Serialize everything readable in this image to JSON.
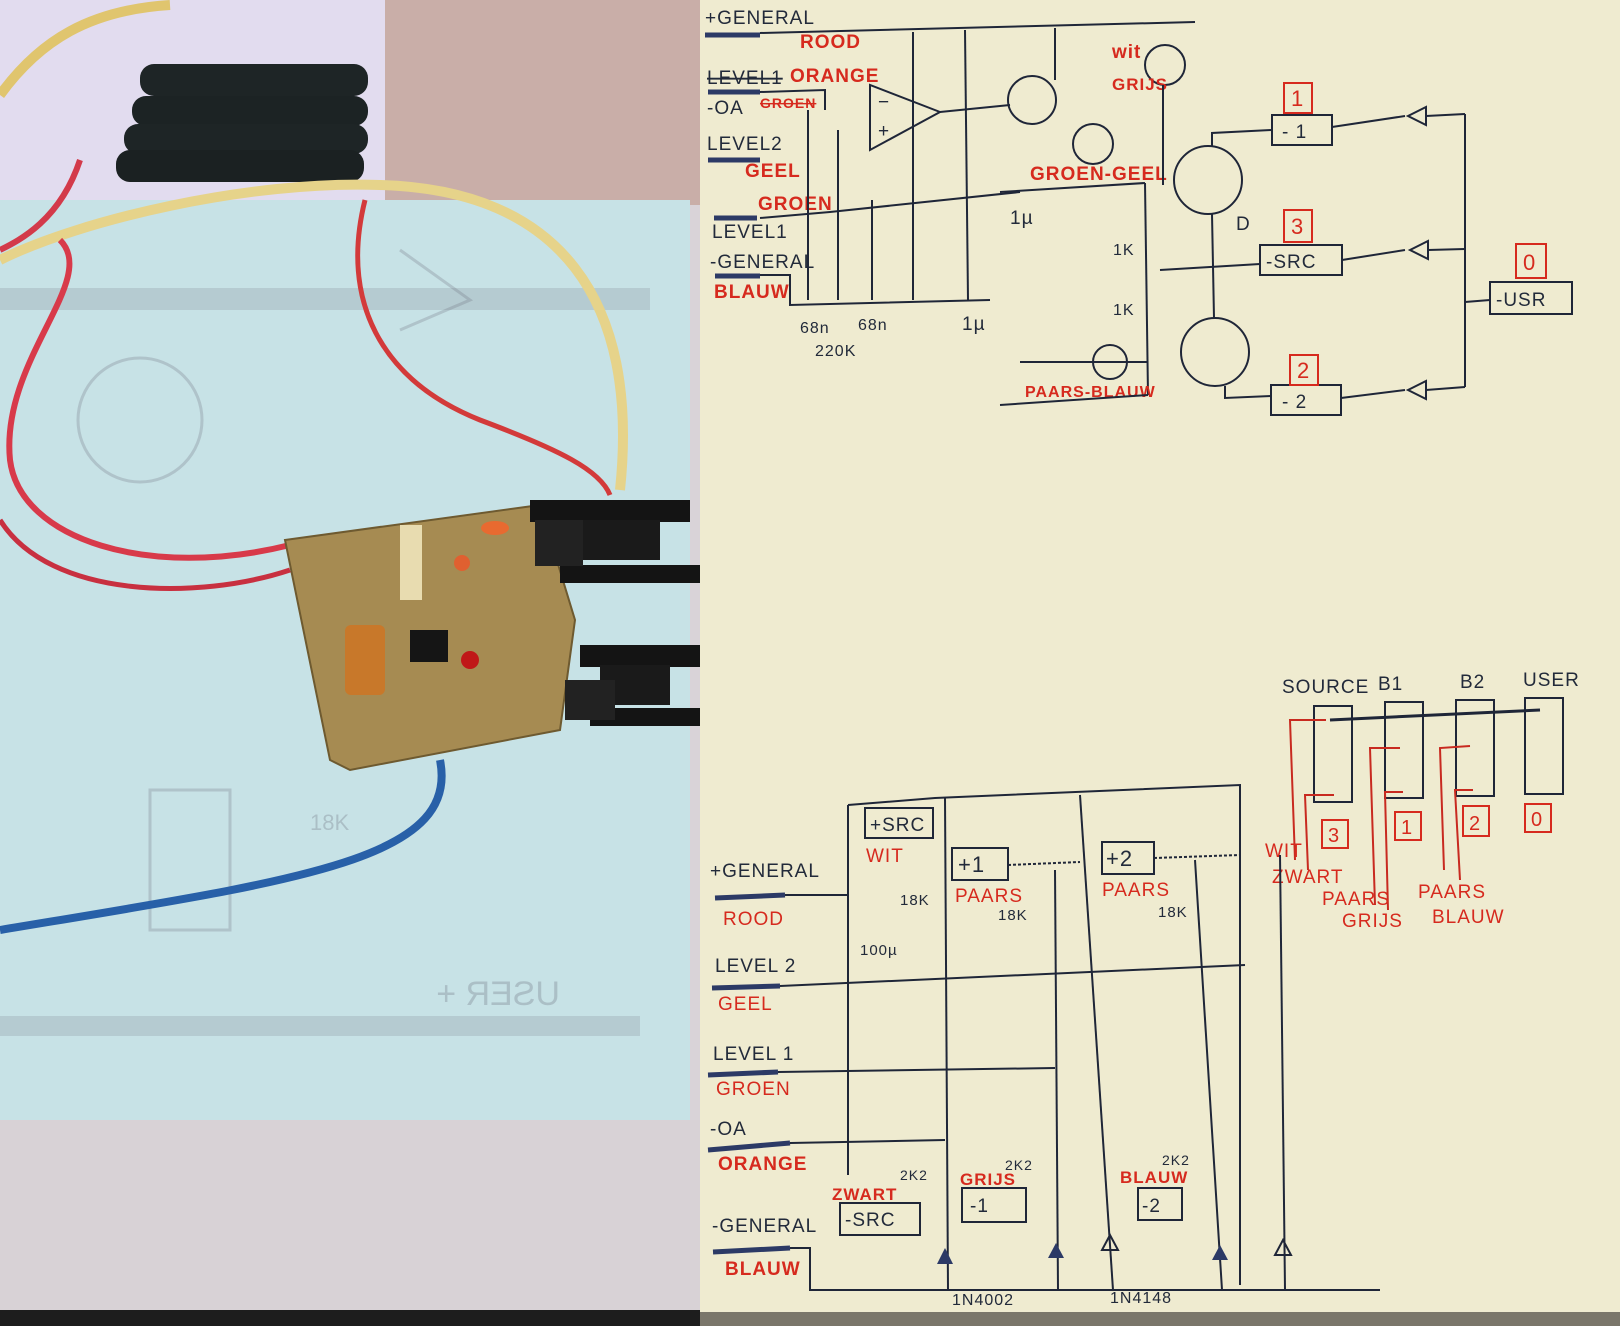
{
  "photo": {
    "description": "Hand-built stripboard circuit next to hand-drawn schematic",
    "background_print_text": "USER +",
    "background_print_label": "18K"
  },
  "schematic_top": {
    "inputs": [
      {
        "label": "+GENERAL",
        "color": "ROOD"
      },
      {
        "label": "LEVEL1/-OA",
        "color": "ORANGE",
        "struck": "GROEN"
      },
      {
        "label": "LEVEL2",
        "color": "GEEL"
      },
      {
        "label": "LEVEL1",
        "color": "GROEN"
      },
      {
        "label": "-GENERAL",
        "color": "BLAUW"
      }
    ],
    "labels": {
      "minus_oa": "-OA",
      "wit": "wit",
      "grijs": "GRIJS",
      "groen_geel": "GROEN-GEEL",
      "paars_blauw": "PAARS-BLAUW",
      "cap_1u_a": "1µ",
      "cap_1u_b": "1µ",
      "cap_68n_a": "68n",
      "cap_68n_b": "68n",
      "res_220k": "220K",
      "res_1k_a": "1K",
      "res_1k_b": "1K",
      "drain": "D",
      "opamp_minus": "−",
      "opamp_plus": "+"
    },
    "outputs": [
      {
        "terminal": "- 1",
        "number": "1"
      },
      {
        "terminal": "-SRC",
        "number": "3"
      },
      {
        "terminal": "- 2",
        "number": "2"
      },
      {
        "terminal": "-USR",
        "number": "0"
      }
    ]
  },
  "switch_diagram": {
    "headers": [
      "SOURCE",
      "B1",
      "B2",
      "USER"
    ],
    "numbers": [
      "3",
      "1",
      "2",
      "0"
    ],
    "wire_labels": [
      {
        "line1": "WIT",
        "line2": "ZWART"
      },
      {
        "line1": "PAARS",
        "line2": "GRIJS"
      },
      {
        "line1": "PAARS",
        "line2": "BLAUW"
      }
    ]
  },
  "schematic_bottom": {
    "inputs": [
      {
        "label": "+GENERAL",
        "color": "ROOD"
      },
      {
        "label": "LEVEL 2",
        "color": "GEEL"
      },
      {
        "label": "LEVEL 1",
        "color": "GROEN"
      },
      {
        "label": "-OA",
        "color": "ORANGE"
      },
      {
        "label": "-GENERAL",
        "color": "BLAUW"
      }
    ],
    "plus_terminals": [
      {
        "terminal": "+SRC",
        "color": "WIT"
      },
      {
        "terminal": "+1",
        "color": "PAARS"
      },
      {
        "terminal": "+2",
        "color": "PAARS"
      }
    ],
    "minus_terminals": [
      {
        "terminal": "-SRC",
        "color": "ZWART"
      },
      {
        "terminal": "-1",
        "color": "GRIJS"
      },
      {
        "terminal": "-2",
        "color": "BLAUW"
      }
    ],
    "values": {
      "r18k_a": "18K",
      "r18k_b": "18K",
      "r18k_c": "18K",
      "cap_100u": "100µ",
      "r2k2_a": "2K2",
      "r2k2_b": "2K2",
      "r2k2_c": "2K2",
      "diode_1": "1N4002",
      "diode_2": "1N4148"
    }
  },
  "colors": {
    "paper": "#efebd0",
    "ink": "#222a3a",
    "red_ink": "#d62a1e",
    "blue_sheet": "#c7e2e6",
    "pcb": "#a68b52"
  }
}
